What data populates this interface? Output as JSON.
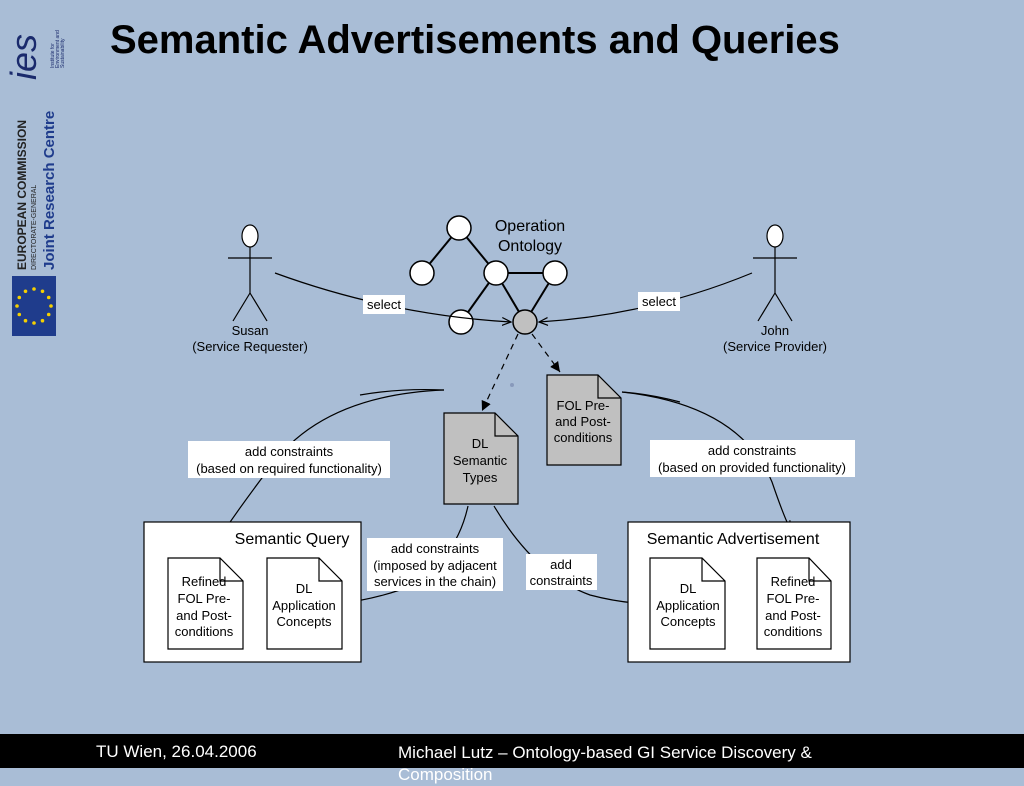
{
  "title": "Semantic Advertisements and Queries",
  "footer": {
    "date": "TU Wien, 26.04.2006",
    "author": "Michael Lutz – Ontology-based GI Service Discovery & Composition"
  },
  "logos": {
    "ies": "ies",
    "ies_caption": [
      "Institute for",
      "Environment and",
      "Sustainability"
    ],
    "commission": "EUROPEAN COMMISSION",
    "directorate": "DIRECTORATE-GENERAL",
    "jrc": "Joint Research Centre"
  },
  "diagram": {
    "ontology_label": [
      "Operation",
      "Ontology"
    ],
    "susan": [
      "Susan",
      "(Service Requester)"
    ],
    "john": [
      "John",
      "(Service Provider)"
    ],
    "select_left": "select",
    "select_right": "select",
    "fol_doc": [
      "FOL Pre-",
      "and Post-",
      "conditions"
    ],
    "dl_doc": [
      "DL",
      "Semantic",
      "Types"
    ],
    "constraint_required": [
      "add constraints",
      "(based on required functionality)"
    ],
    "constraint_provided": [
      "add constraints",
      "(based on provided functionality)"
    ],
    "constraint_adjacent": [
      "add constraints",
      "(imposed by adjacent",
      "services in the chain)"
    ],
    "constraint_simple": [
      "add",
      "constraints"
    ],
    "semantic_query": {
      "title": "Semantic Query",
      "doc1": [
        "Refined",
        "FOL Pre-",
        "and Post-",
        "conditions"
      ],
      "doc2": [
        "DL",
        "Application",
        "Concepts"
      ]
    },
    "semantic_advertisement": {
      "title": "Semantic Advertisement",
      "doc1": [
        "DL",
        "Application",
        "Concepts"
      ],
      "doc2": [
        "Refined",
        "FOL Pre-",
        "and Post-",
        "conditions"
      ]
    }
  },
  "colors": {
    "background": "#a9bdd6",
    "footer": "#000000",
    "doc_gray": "#c0c0c0",
    "eu_blue": "#1f3c8c",
    "eu_stars": "#f5d000"
  }
}
